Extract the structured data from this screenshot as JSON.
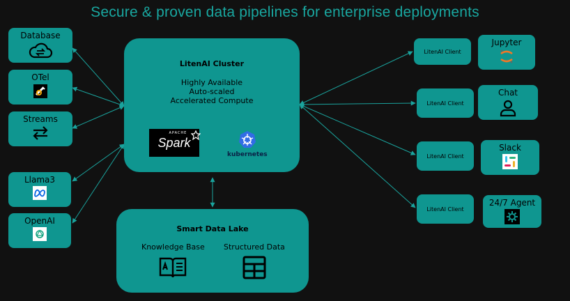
{
  "title": "Secure & proven data pipelines for enterprise deployments",
  "sources": [
    {
      "label": "Database",
      "icon": "cloud-sync-icon"
    },
    {
      "label": "OTel",
      "icon": "otel-icon"
    },
    {
      "label": "Streams",
      "icon": "swap-arrows-icon"
    },
    {
      "label": "Llama3",
      "icon": "meta-icon"
    },
    {
      "label": "OpenAI",
      "icon": "openai-icon"
    }
  ],
  "cluster": {
    "title": "LitenAI Cluster",
    "lines": [
      "Highly Available",
      "Auto-scaled",
      "Accelerated Compute"
    ],
    "spark_logo": {
      "small": "APACHE",
      "big": "Spark"
    },
    "kubernetes_label": "kubernetes"
  },
  "lake": {
    "title": "Smart Data Lake",
    "items": [
      {
        "label": "Knowledge Base",
        "icon": "book-icon"
      },
      {
        "label": "Structured Data",
        "icon": "table-icon"
      }
    ]
  },
  "clients": [
    {
      "label": "LitenAI Client"
    },
    {
      "label": "LitenAI Client"
    },
    {
      "label": "LitenAI Client"
    },
    {
      "label": "LitenAI Client"
    }
  ],
  "apps": [
    {
      "label": "Jupyter",
      "icon": "jupyter-icon"
    },
    {
      "label": "Chat",
      "icon": "user-icon"
    },
    {
      "label": "Slack",
      "icon": "slack-icon"
    },
    {
      "label": "24/7 Agent",
      "icon": "gear-icon"
    }
  ],
  "colors": {
    "background": "#111111",
    "box": "#0f9690",
    "title": "#19a7a0",
    "arrow": "#1aa39d"
  }
}
